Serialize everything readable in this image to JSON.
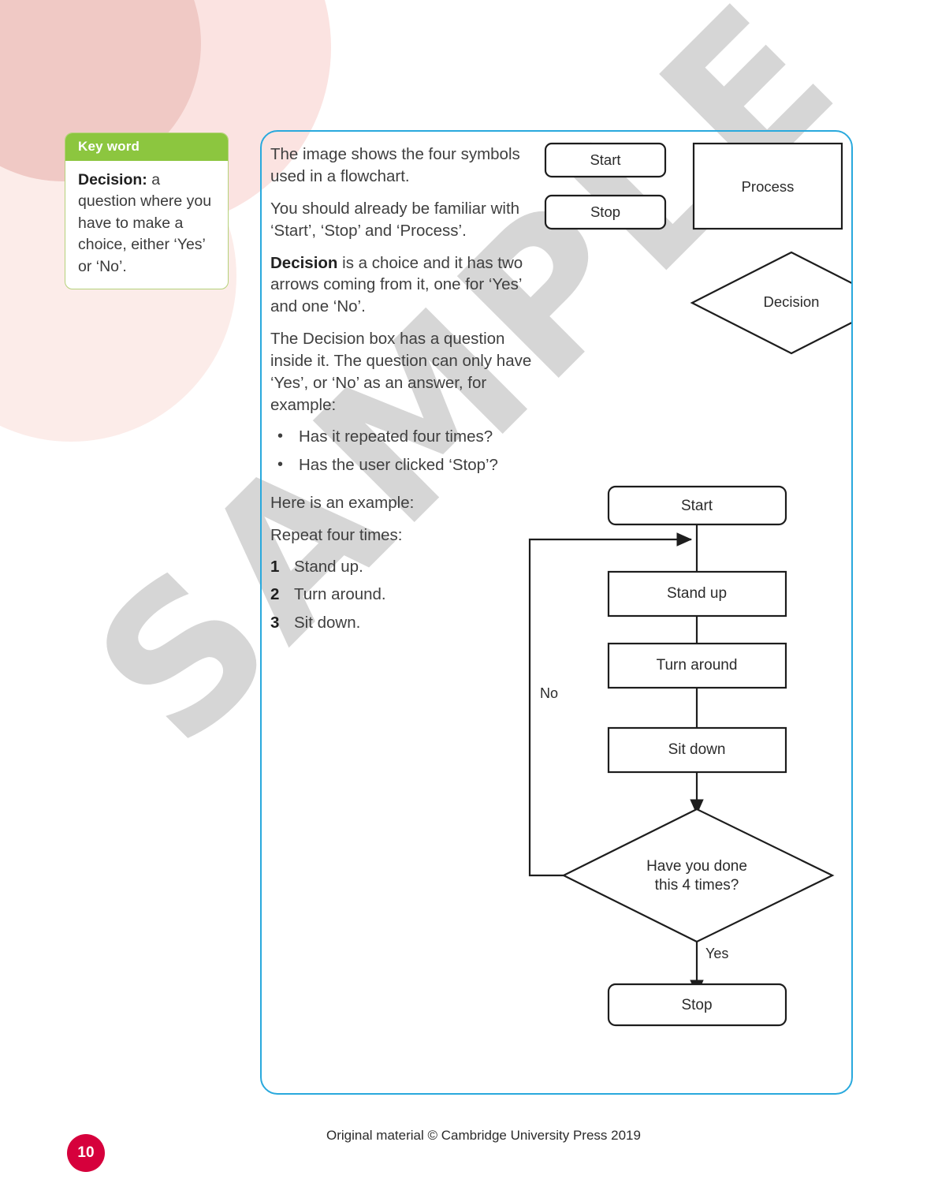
{
  "keyword_box": {
    "header": "Key word",
    "term": "Decision:",
    "definition": " a question where you have to make a choice, either ‘Yes’ or ‘No’."
  },
  "prose": {
    "p1": "The image shows the four symbols used in a flowchart.",
    "p2": "You should already be familiar with ‘Start’, ‘Stop’ and ‘Process’.",
    "p3_bold": "Decision",
    "p3_rest": " is a choice and it has two arrows coming from it, one for ‘Yes’ and one ‘No’.",
    "p4": "The Decision box has a question inside it. The question can only have ‘Yes’, or ‘No’ as an answer, for example:",
    "bullets": [
      "Has it repeated four times?",
      "Has the user clicked ‘Stop’?"
    ],
    "p5": "Here is an example:",
    "p6": "Repeat four times:",
    "steps": [
      {
        "num": "1",
        "text": "Stand up."
      },
      {
        "num": "2",
        "text": "Turn around."
      },
      {
        "num": "3",
        "text": "Sit down."
      }
    ]
  },
  "symbols_diagram": {
    "start": "Start",
    "stop": "Stop",
    "process": "Process",
    "decision": "Decision"
  },
  "flowchart": {
    "start": "Start",
    "step1": "Stand up",
    "step2": "Turn around",
    "step3": "Sit down",
    "decision_line1": "Have you done",
    "decision_line2": "this 4 times?",
    "branch_no": "No",
    "branch_yes": "Yes",
    "stop": "Stop"
  },
  "watermark": "SAMPLE",
  "footer": {
    "page_number": "10",
    "copyright": "Original material © Cambridge University Press 2019"
  },
  "colors": {
    "keyword_header_green": "#8cc63f",
    "panel_blue": "#29a9dd",
    "page_badge_red": "#d6003c",
    "circle_pale": "#fbe3e1",
    "circle_dark": "#f0c9c5",
    "watermark_gray": "#d6d6d6"
  }
}
